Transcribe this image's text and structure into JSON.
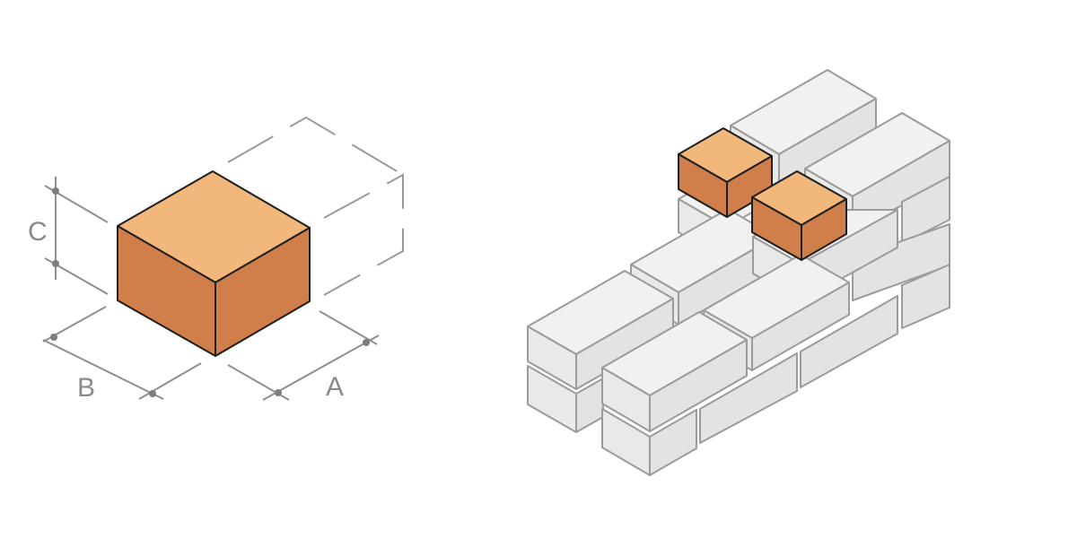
{
  "dimension_labels": {
    "a": "A",
    "b": "B",
    "c": "C"
  },
  "colors": {
    "brick_top": "#f2b87b",
    "brick_left": "#d07e4a",
    "brick_right": "#d07e4a",
    "grey_top": "#f1f1f1",
    "grey_left": "#e9e9e9",
    "grey_right": "#e3e3e3",
    "grey_outline": "#9b9b9b",
    "dimension_line": "#8f8f8f"
  }
}
